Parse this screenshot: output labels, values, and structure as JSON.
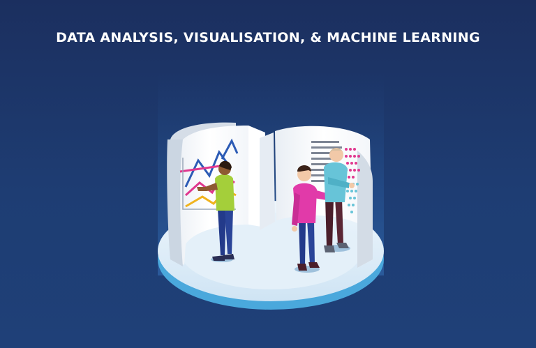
{
  "banner": {
    "title": "DATA ANALYSIS, VISUALISATION, & MACHINE LEARNING"
  },
  "colors": {
    "background_top": "#1b2f5f",
    "background_bottom": "#1f4078",
    "platform_top": "#d7e9f6",
    "platform_edge": "#4aa8dc",
    "panel": "#ffffff",
    "line_pink": "#e0388f",
    "line_blue": "#2c5bb5",
    "line_yellow": "#f0b31e",
    "shirt_green": "#a4cf3a",
    "shirt_magenta": "#e13aa9",
    "shirt_teal": "#67c4d8",
    "trousers_navy": "#233a8a",
    "trousers_maroon": "#4a1e2a"
  },
  "illustration": {
    "panels": [
      "line-chart-panel",
      "dot-matrix-panel"
    ],
    "people": [
      "presenter-green-shirt",
      "man-magenta-shirt",
      "man-teal-shirt"
    ]
  }
}
